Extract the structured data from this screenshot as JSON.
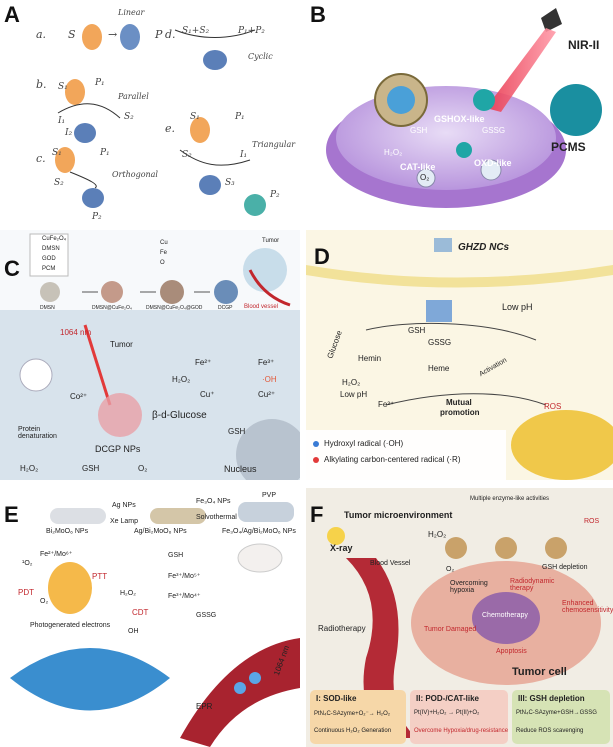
{
  "panels": {
    "a": {
      "label": "A",
      "items": {
        "a": {
          "letter": "a.",
          "s": "S",
          "arrow": "→",
          "p": "P",
          "kind": "Linear"
        },
        "b": {
          "letter": "b.",
          "s1": "S₁",
          "s2": "S₂",
          "i1": "I₁",
          "i2": "I₂",
          "p1": "P₁",
          "kind": "Parallel"
        },
        "c": {
          "letter": "c.",
          "s1": "S₁",
          "s2": "S₂",
          "p1": "P₁",
          "p2": "P₂",
          "kind": "Orthogonal"
        },
        "d": {
          "letter": "d.",
          "eq": "S₁+S₂",
          "prod": "P₁+P₂",
          "kind": "Cyclic"
        },
        "e": {
          "letter": "e.",
          "s1": "S₁",
          "s2": "S₂",
          "s3": "S₃",
          "p1": "P₁",
          "p2": "P₂",
          "i1": "I₁",
          "kind": "Triangular"
        }
      }
    },
    "b": {
      "label": "B",
      "nir": "NIR-II",
      "pcms": "PCMS",
      "gshox": "GSHOX-like",
      "gsh": "GSH",
      "gssg": "GSSG",
      "h2o2": "H₂O₂",
      "cat": "CAT-like",
      "o2": "O₂",
      "oxd": "OXD-like"
    },
    "c": {
      "label": "C",
      "legend": [
        "CuFe₂O₄",
        "DMSN",
        "GOD",
        "PCM"
      ],
      "legend2": [
        "Cu",
        "Fe",
        "O"
      ],
      "steps": [
        "DMSN",
        "DMSN@CuFe₂O₄",
        "DMSN@CuFe₂O₄@GOD",
        "DCGP"
      ],
      "tumor_top": "Tumor",
      "vessel": "Blood vessel",
      "laser": "1064 nm",
      "tumor": "Tumor",
      "fe2": "Fe²⁺",
      "fe3": "Fe³⁺",
      "h2o2": "H₂O₂",
      "oh": "·OH",
      "cu": "Cu⁺",
      "cu2": "Cu²⁺",
      "co": "Co²⁺",
      "glucose": "β-d-Glucose",
      "gsh": "GSH",
      "nps": "DCGP NPs",
      "denat": "Protein\ndenaturation",
      "bottom": [
        "H₂O₂",
        "GSH",
        "O₂"
      ],
      "nucleus": "Nucleus"
    },
    "d": {
      "label": "D",
      "title": "GHZD NCs",
      "lowph": "Low pH",
      "glucose": "Glucose",
      "gsh": "GSH",
      "gssg": "GSSG",
      "hemin": "Hemin",
      "heme": "Heme",
      "activation": "Activation",
      "h2o2": "H₂O₂",
      "lowph2": "Low pH",
      "fe": "Fe³⁺",
      "mutual": "Mutual",
      "promotion": "promotion",
      "ros": "ROS",
      "legend1": "Hydroxyl radical (·OH)",
      "legend2": "Alkylating carbon-centered radical (·R)"
    },
    "e": {
      "label": "E",
      "ag": "Ag NPs",
      "xe": "Xe Lamp",
      "fe3o4": "Fe₃O₄ NPs",
      "pvp": "PVP",
      "solvo": "Solvothermal",
      "bimoo6": "Bi₂MoO₆ NPs",
      "agbi": "Ag/Bi₂MoO₆ NPs",
      "final": "Fe₃O₄/Ag/Bi₂MoO₆ NPs",
      "ptt": "PTT",
      "pdt": "PDT",
      "cdt": "CDT",
      "o2": "¹O₂",
      "o2b": "O₂",
      "gsh": "GSH",
      "gssg": "GSSG",
      "h2o2": "H₂O₂",
      "oh": "OH",
      "electrons": "Photogenerated electrons",
      "femo": "Fe²⁺/Mo⁶⁺",
      "femo2": "Fe³⁺/Mo⁵⁺",
      "femo3": "Fe³⁺/Mo⁴⁺",
      "epr": "EPR",
      "nm": "1064 nm"
    },
    "f": {
      "label": "F",
      "tme": "Tumor microenvironment",
      "xray": "X-ray",
      "vessel": "Blood Vessel",
      "radio": "Radiotherapy",
      "hypoxia": "Overcoming\nhypoxia",
      "multi": "Multiple enzyme-like activities",
      "gsh_dep": "GSH depletion",
      "rdt": "Radiodynamic\ntherapy",
      "chemo": "Chemotherapy",
      "enhanced": "Enhanced\nchemosensitivity",
      "damaged": "Tumor Damaged",
      "apoptosis": "Apoptosis",
      "cell": "Tumor cell",
      "h2o2": "H₂O₂",
      "o2": "O₂",
      "ros": "ROS",
      "box1": {
        "title": "I: SOD-like",
        "eq": "PtN₄C-SAzyme+O₂⁻→ H₂O₂",
        "foot": "Continuous H₂O₂ Generation"
      },
      "box2": {
        "title": "II: POD-/CAT-like",
        "eq": "Pt(IV)+H₂O₂ → Pt(II)+O₂",
        "foot": "Overcome Hypoxia/drug-resistance"
      },
      "box3": {
        "title": "III: GSH depletion",
        "eq": "PtN₄C-SAzyme+GSH→GSSG",
        "foot": "Reduce ROS scavenging"
      }
    }
  }
}
